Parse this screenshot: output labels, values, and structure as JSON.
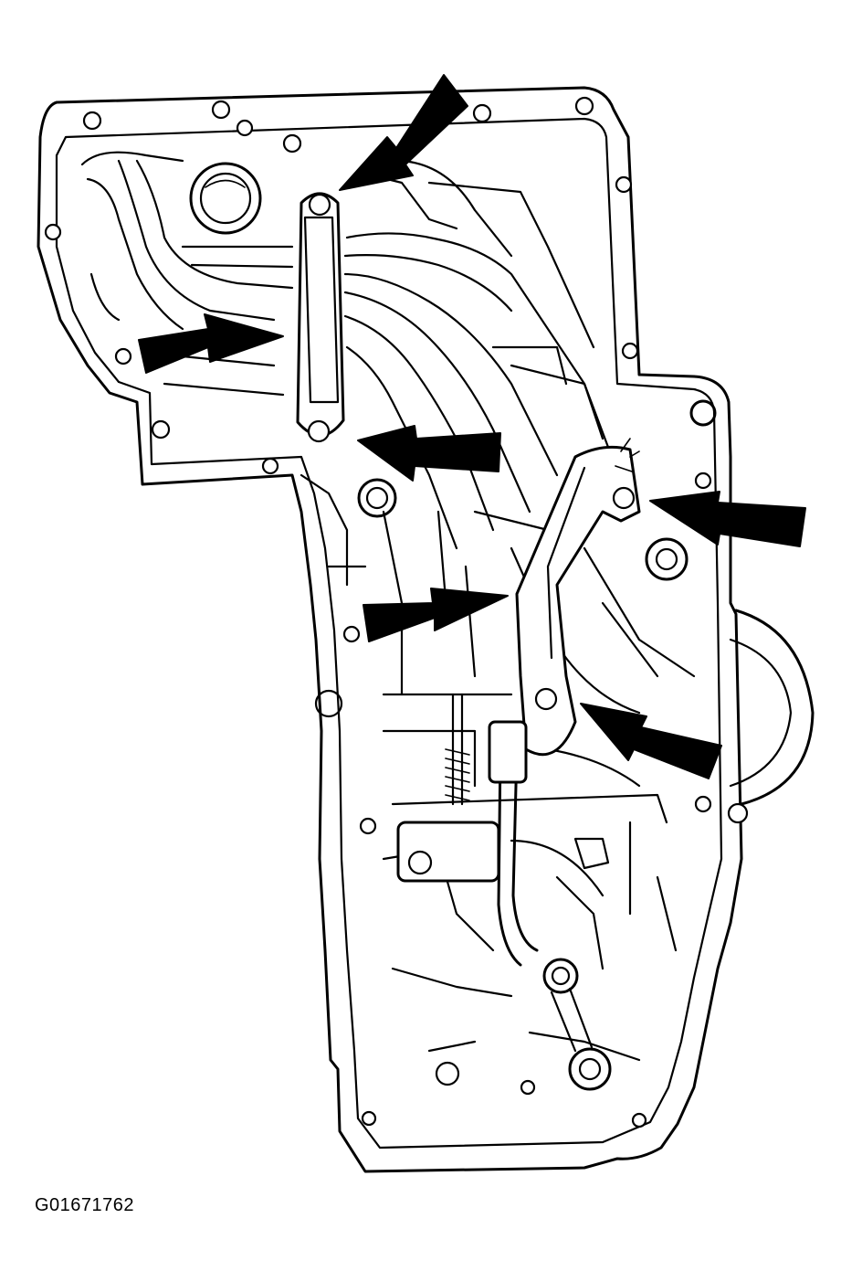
{
  "figure": {
    "id_label": "G01671762"
  },
  "arrows": [
    {
      "name": "arrow-top-pointing-down-left"
    },
    {
      "name": "arrow-left-pointing-right"
    },
    {
      "name": "arrow-middle-pointing-left"
    },
    {
      "name": "arrow-right-pointing-left"
    },
    {
      "name": "arrow-lower-left-pointing-right"
    },
    {
      "name": "arrow-lower-right-pointing-up-left"
    }
  ]
}
